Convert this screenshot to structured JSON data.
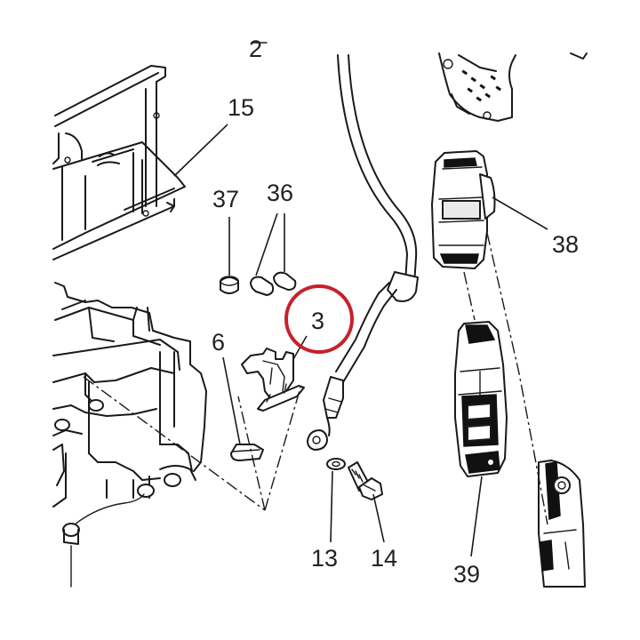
{
  "diagram": {
    "part_labels": {
      "p15": "15",
      "p37": "37",
      "p36": "36",
      "p38": "38",
      "p3": "3",
      "p6": "6",
      "p13": "13",
      "p14": "14",
      "p39": "39"
    },
    "highlight_color": "#c8202a"
  }
}
